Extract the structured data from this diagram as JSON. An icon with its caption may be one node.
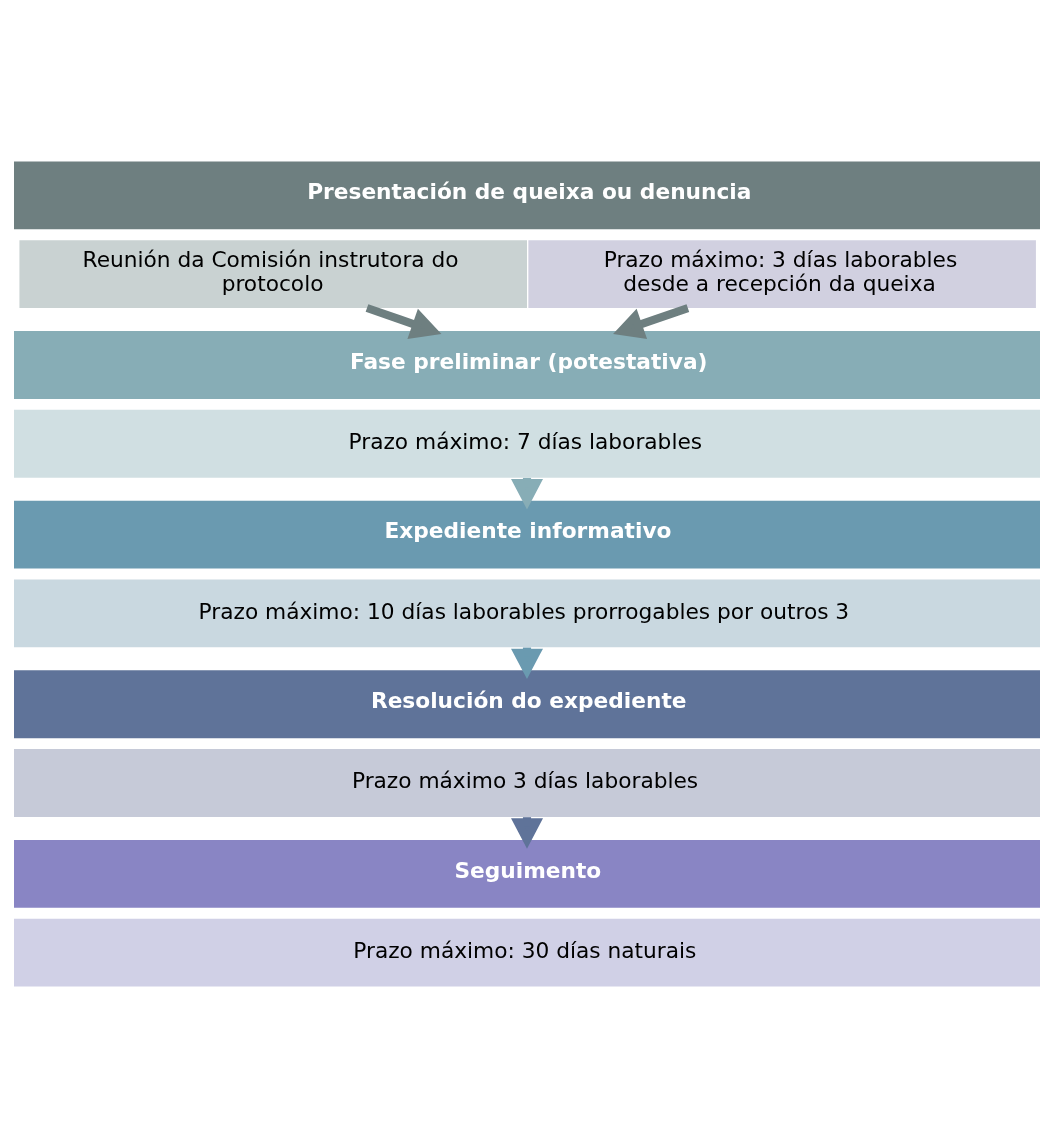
{
  "diagram": {
    "nodes": [
      {
        "text": [
          "Presentación de queixa ou denuncia"
        ]
      },
      {
        "text": [
          "Reunión da Comisión instrutora do protocolo"
        ]
      },
      {
        "text": [
          "Prazo máximo: 3 días laborables desde a recepción da queixa"
        ]
      },
      {
        "text": [
          "Fase preliminar (potestativa)"
        ]
      },
      {
        "text": [
          "Prazo máximo: 7 días laborables"
        ]
      },
      {
        "text": [
          "Expediente informativo"
        ]
      },
      {
        "text": [
          "Prazo máximo: 10 días laborables prorrogables por outros 3"
        ]
      },
      {
        "text": [
          "Resolución do expediente"
        ]
      },
      {
        "text": [
          "Prazo máximo 3 días laborables"
        ]
      },
      {
        "text": [
          "Seguimento"
        ]
      },
      {
        "text": [
          "Prazo máximo: 30 días naturais"
        ]
      }
    ],
    "edges": [
      {
        "from": 1,
        "to": 3,
        "arrow": "to",
        "color": "#6e7f80"
      },
      {
        "from": 2,
        "to": 3,
        "arrow": "to",
        "color": "#6e7f80"
      },
      {
        "from": 4,
        "to": 5,
        "arrow": "to",
        "color": "#87adb6"
      },
      {
        "from": 6,
        "to": 7,
        "arrow": "to",
        "color": "#6a9ab0"
      },
      {
        "from": 8,
        "to": 9,
        "arrow": "to",
        "color": "#5f7399"
      }
    ]
  }
}
